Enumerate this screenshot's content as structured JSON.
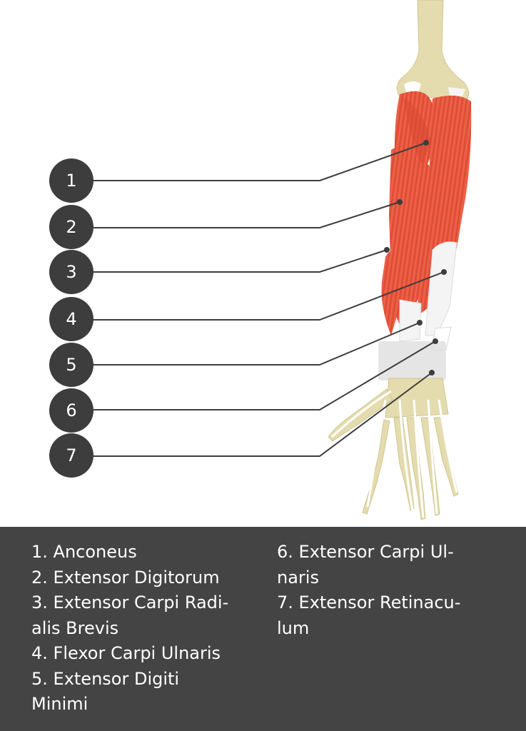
{
  "markers": [
    {
      "number": "1"
    },
    {
      "number": "2"
    },
    {
      "number": "3"
    },
    {
      "number": "4"
    },
    {
      "number": "5"
    },
    {
      "number": "6"
    },
    {
      "number": "7"
    }
  ],
  "legend": {
    "left": [
      [
        "1. Anconeus"
      ],
      [
        "2. Extensor Digitorum"
      ],
      [
        "3. Extensor Carpi Radi-",
        "alis Brevis"
      ],
      [
        "4. Flexor Carpi Ulnaris"
      ],
      [
        "5. Extensor Digiti",
        "Minimi"
      ]
    ],
    "right": [
      [
        "6. Extensor Carpi Ul-",
        "naris"
      ],
      [
        "7. Extensor Retinacu-",
        "lum"
      ]
    ]
  },
  "colors": {
    "badge": "#3d3d3d",
    "legend_bg": "#444444",
    "muscle": "#e8553c",
    "bone": "#e4dcae"
  }
}
